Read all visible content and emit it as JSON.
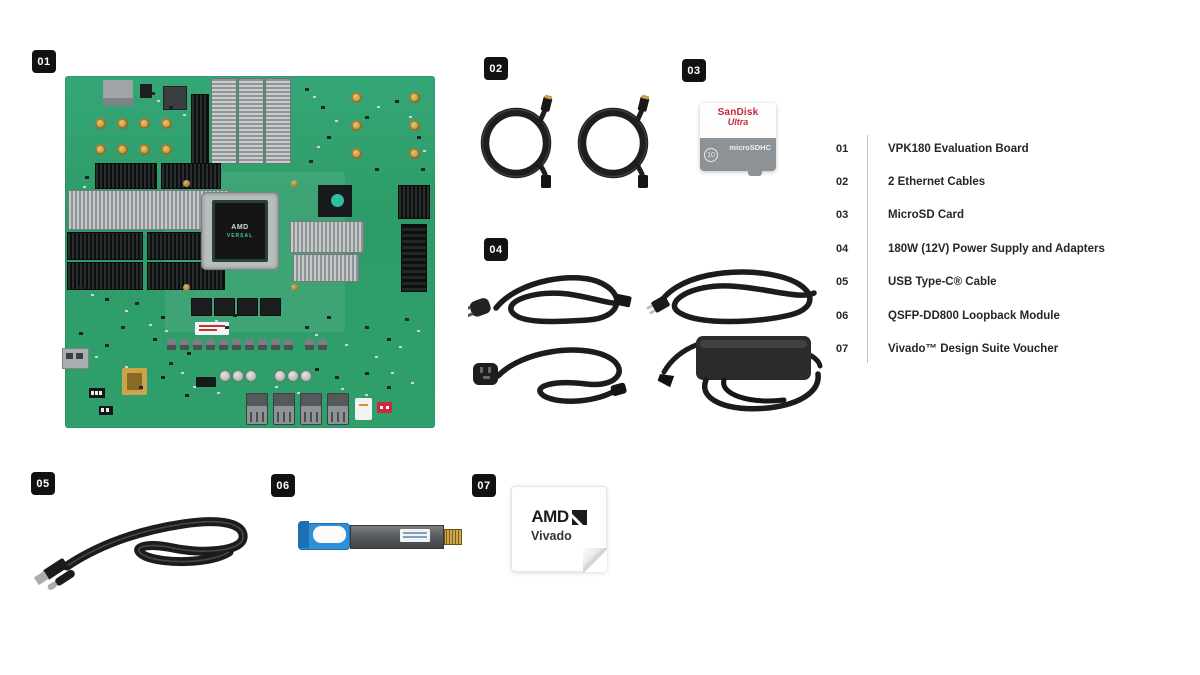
{
  "sections": {
    "board": {
      "badge": "01",
      "chip_brand": "AMD",
      "chip_family": "VERSAL"
    },
    "ethernet_cables": {
      "badge": "02"
    },
    "microsd": {
      "badge": "03",
      "brand": "SanDisk",
      "series": "Ultra",
      "logo": "microSDHC",
      "speed_class": "10"
    },
    "power_supply": {
      "badge": "04"
    },
    "usb_cable": {
      "badge": "05"
    },
    "qsfp_module": {
      "badge": "06"
    },
    "voucher": {
      "badge": "07",
      "brand": "AMD",
      "product": "Vivado"
    }
  },
  "legend": {
    "items": [
      {
        "num": "01",
        "label": "VPK180 Evaluation Board"
      },
      {
        "num": "02",
        "label": "2 Ethernet Cables"
      },
      {
        "num": "03",
        "label": "MicroSD Card"
      },
      {
        "num": "04",
        "label": "180W (12V) Power Supply and Adapters"
      },
      {
        "num": "05",
        "label": "USB Type-C® Cable"
      },
      {
        "num": "06",
        "label": "QSFP-DD800 Loopback Module"
      },
      {
        "num": "07",
        "label": "Vivado™ Design Suite Voucher"
      }
    ]
  },
  "colors": {
    "badge-bg": "#121212",
    "text": "#262626",
    "divider": "#c4c4c4",
    "pcb": "#2f9e6c",
    "silver": "#b9bdbd",
    "gold": "#c9a23e",
    "teal": "#2cbfa2",
    "qsfp-blue": "#2e8fd6",
    "sandisk-red": "#c8273d"
  }
}
